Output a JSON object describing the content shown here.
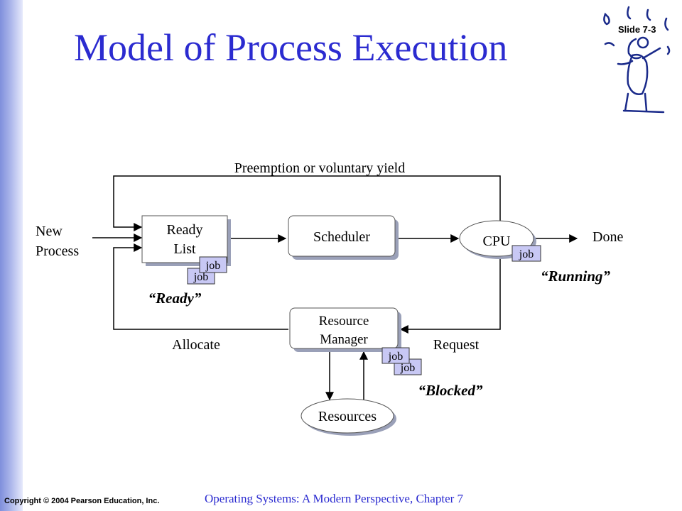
{
  "slide": {
    "title": "Model of Process Execution",
    "number_label": "Slide 7-3",
    "copyright": "Copyright © 2004 Pearson Education, Inc.",
    "footer": "Operating Systems: A Modern Perspective, Chapter 7",
    "accent_color": "#2b2bd0",
    "sidebar_color": "#8f9de2"
  },
  "diagram": {
    "loop_label": "Preemption or voluntary yield",
    "new_process_line1": "New",
    "new_process_line2": "Process",
    "ready_list_line1": "Ready",
    "ready_list_line2": "List",
    "scheduler": "Scheduler",
    "cpu": "CPU",
    "done": "Done",
    "resource_manager_line1": "Resource",
    "resource_manager_line2": "Manager",
    "resources": "Resources",
    "allocate": "Allocate",
    "request": "Request",
    "job_label": "job",
    "state_ready": "“Ready”",
    "state_running": "“Running”",
    "state_blocked": "“Blocked”",
    "logo_icon": "music-conductor-icon"
  }
}
